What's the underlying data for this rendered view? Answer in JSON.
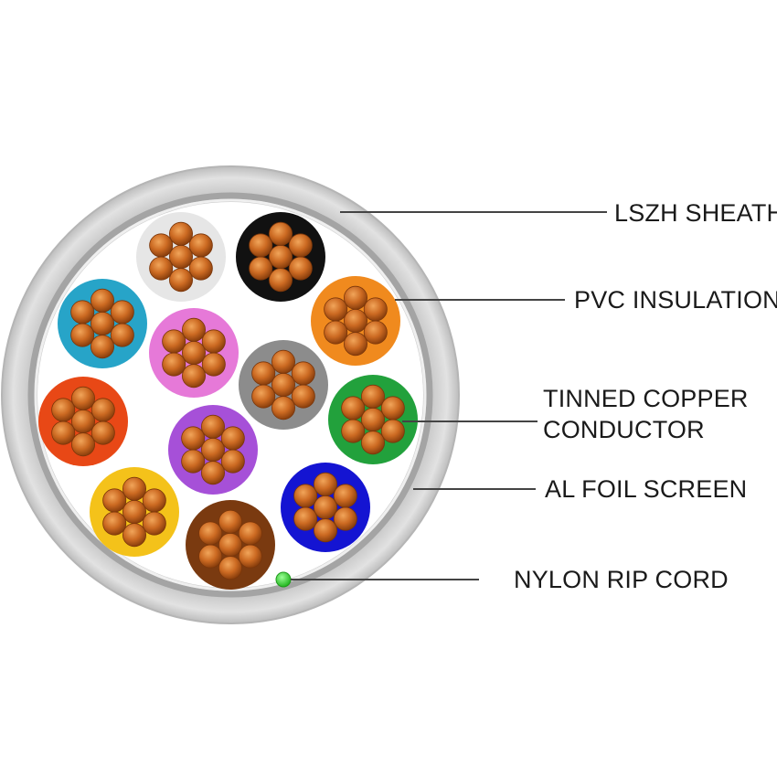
{
  "labels": {
    "sheath": "LSZH SHEATH",
    "insulation": "PVC INSULATION",
    "conductor_line1": "TINNED COPPER",
    "conductor_line2": "CONDUCTOR",
    "foil": "AL FOIL SCREEN",
    "ripcord": "NYLON RIP CORD"
  },
  "colors": {
    "sheath": "#d2d2d2",
    "foil": "#9a9a9a",
    "filler": "#ffffff",
    "copper": "#c8641c",
    "copper_highlight": "#ee9a4e",
    "ripcord": "#3ee03a",
    "leader_line": "#444444"
  },
  "cores": [
    {
      "name": "white",
      "color": "#e6e6e6"
    },
    {
      "name": "black",
      "color": "#111111"
    },
    {
      "name": "orange",
      "color": "#f08a1e"
    },
    {
      "name": "blue",
      "color": "#27a4c8"
    },
    {
      "name": "pink",
      "color": "#e679d8"
    },
    {
      "name": "grey",
      "color": "#8c8c8c"
    },
    {
      "name": "green",
      "color": "#22a13c"
    },
    {
      "name": "red",
      "color": "#e84816"
    },
    {
      "name": "violet",
      "color": "#a650d8"
    },
    {
      "name": "navy",
      "color": "#1414d2"
    },
    {
      "name": "yellow",
      "color": "#f4c21a"
    },
    {
      "name": "brown",
      "color": "#7a3a10"
    }
  ]
}
